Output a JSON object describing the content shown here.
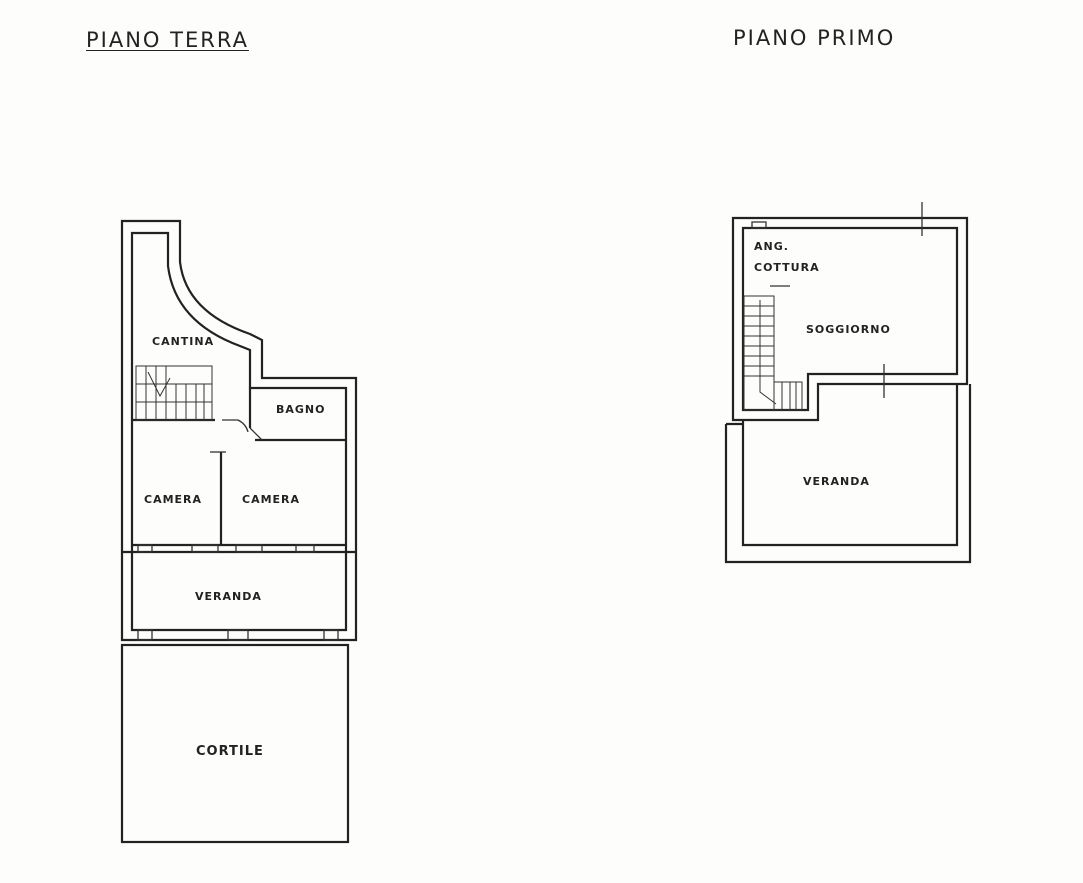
{
  "floors": {
    "ground": {
      "title": "PIANO TERRA",
      "rooms": {
        "cantina": "CANTINA",
        "bagno": "BAGNO",
        "camera_left": "CAMERA",
        "camera_right": "CAMERA",
        "veranda": "VERANDA",
        "cortile": "CORTILE"
      }
    },
    "first": {
      "title": "PIANO PRIMO",
      "rooms": {
        "ang": "ANG.",
        "cottura": "COTTURA",
        "soggiorno": "SOGGIORNO",
        "veranda": "VERANDA"
      }
    }
  }
}
